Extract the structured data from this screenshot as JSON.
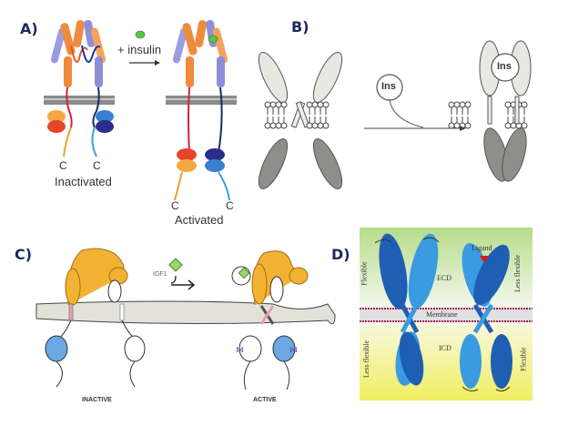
{
  "panels": {
    "a": {
      "label": "A)",
      "stimulus": "+ insulin",
      "left_state": "Inactivated",
      "right_state": "Activated",
      "terminus": "C"
    },
    "b": {
      "label": "B)",
      "ligand": "Ins"
    },
    "c": {
      "label": "C)",
      "ligand": "IGF1",
      "left_state": "INACTIVE",
      "right_state": "ACTIVE"
    },
    "d": {
      "label": "D)",
      "ligand": "Ligand",
      "ecd": "ECD",
      "icd": "ICD",
      "membrane": "Membrane",
      "flexible": "Flexible",
      "less_flexible": "Less flexible"
    }
  },
  "colors": {
    "label_navy": "#1c2a5c",
    "orange": "#f08a3c",
    "purple_blue": "#8c8fd8",
    "membrane_gray": "#8a8a8a",
    "insulin_green": "#5cc24a",
    "igf_green": "#9ad86a",
    "gold": "#f2b233",
    "kinase_blue": "#6aa8e6",
    "receptor_dark_blue": "#1f5fb3",
    "receptor_light_blue": "#3a9be0",
    "ligand_red": "#e01818"
  }
}
